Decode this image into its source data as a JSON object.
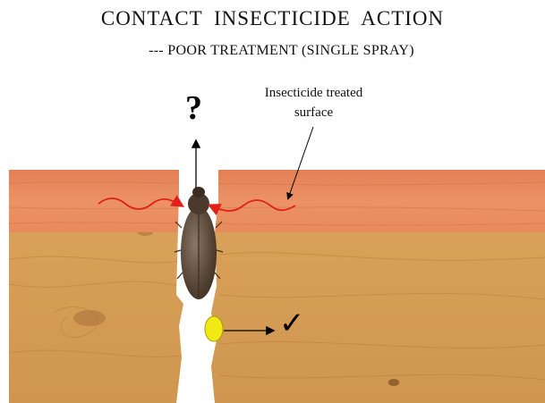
{
  "title": "CONTACT  INSECTICIDE  ACTION",
  "subtitle": "---  POOR TREATMENT (SINGLE SPRAY)",
  "label": {
    "line1": "Insecticide treated",
    "line2": "surface"
  },
  "question_mark": "?",
  "check_mark": "✓",
  "colors": {
    "treated_layer": "#e88a5a",
    "wood": "#d9a45c",
    "wave": "#e0201a",
    "larva": "#f2e814",
    "beetle": "#5b4a3a",
    "background": "#ffffff"
  },
  "icons": [
    "beetle-icon",
    "larva-icon",
    "check-icon",
    "question-icon"
  ]
}
